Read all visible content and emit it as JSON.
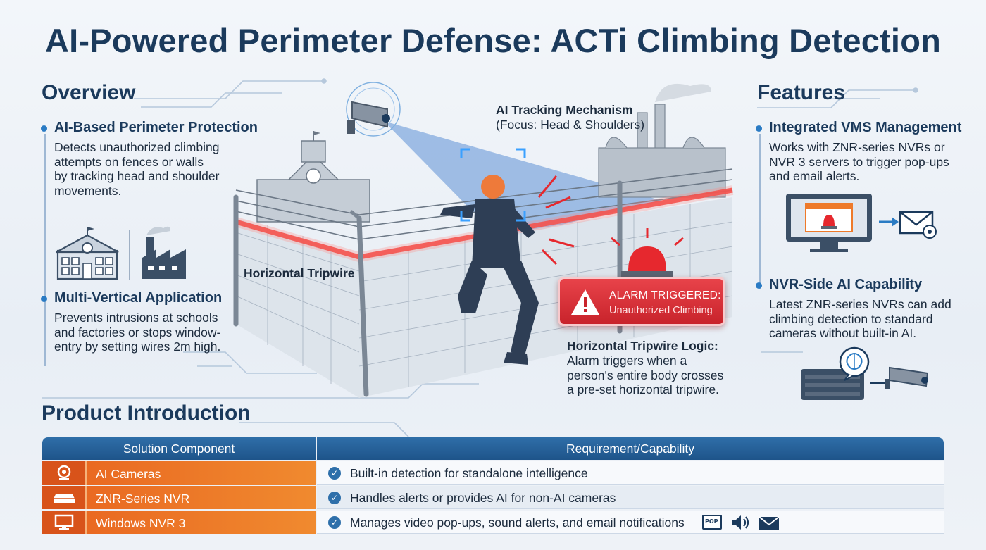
{
  "title": "AI-Powered Perimeter Defense: ACTi Climbing Detection",
  "overview": {
    "heading": "Overview",
    "items": [
      {
        "title": "AI-Based Perimeter Protection",
        "lines": [
          "Detects unauthorized climbing",
          "attempts on fences or walls",
          "by tracking head and shoulder",
          "movements."
        ]
      },
      {
        "title": "Multi-Vertical Application",
        "lines": [
          "Prevents intrusions at schools",
          "and factories or stops window-",
          "entry by setting wires 2m high."
        ]
      }
    ]
  },
  "features": {
    "heading": "Features",
    "items": [
      {
        "title": "Integrated VMS Management",
        "lines": [
          "Works with ZNR-series NVRs or",
          "NVR 3 servers to trigger pop-ups",
          "and email alerts."
        ]
      },
      {
        "title": "NVR-Side AI Capability",
        "lines": [
          "Latest ZNR-series NVRs can add",
          "climbing detection to standard",
          "cameras without built-in AI."
        ]
      }
    ]
  },
  "scene": {
    "tracking_title": "AI Tracking Mechanism",
    "tracking_sub": "(Focus: Head & Shoulders)",
    "tripwire_label": "Horizontal Tripwire",
    "alarm_line1": "ALARM TRIGGERED:",
    "alarm_line2": "Unauthorized Climbing",
    "logic_title": "Horizontal Tripwire Logic:",
    "logic_lines": [
      "Alarm triggers when a",
      "person's entire body crosses",
      "a pre-set horizontal tripwire."
    ]
  },
  "product": {
    "heading": "Product Introduction",
    "col1": "Solution Component",
    "col2": "Requirement/Capability",
    "rows": [
      {
        "component": "AI Cameras",
        "icon": "camera-icon",
        "capability": "Built-in detection for standalone intelligence"
      },
      {
        "component": "ZNR-Series NVR",
        "icon": "nvr-icon",
        "capability": "Handles alerts or provides AI for non-AI cameras"
      },
      {
        "component": "Windows NVR 3",
        "icon": "monitor-icon",
        "capability": "Manages video pop-ups, sound alerts, and email notifications"
      }
    ],
    "popup_badge": "POP"
  },
  "colors": {
    "navy": "#1b3a5c",
    "accent_blue": "#2a7bc4",
    "alarm_red": "#d62f36",
    "tripwire_red": "#ef3b36",
    "orange": "#ee7a2a"
  }
}
